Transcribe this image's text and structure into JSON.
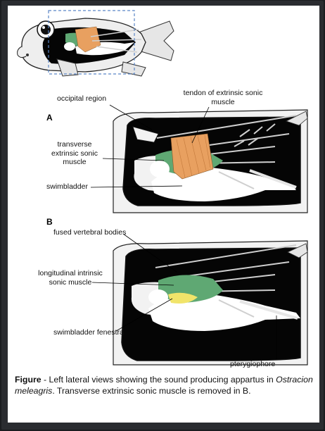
{
  "panels": {
    "a_letter": "A",
    "b_letter": "B"
  },
  "labels": {
    "occipital_region": "occipital region",
    "tendon_line1": "tendon of extrinsic sonic",
    "tendon_line2": "muscle",
    "transverse_line1": "transverse",
    "transverse_line2": "extrinsic sonic",
    "transverse_line3": "muscle",
    "swimbladder": "swimbladder",
    "fused_vertebral": "fused vertebral bodies",
    "longitudinal_line1": "longitudinal intrinsic",
    "longitudinal_line2": "sonic muscle",
    "swimbladder_fenestra": "swimbladder fenestra",
    "pterygiophore": "pterygiophore"
  },
  "caption": {
    "prefix": "Figure",
    "text_before_species": " -  Left lateral views showing the sound producing appartus in ",
    "species": "Ostracion meleagris",
    "text_after_species": ". Transverse extrinsic sonic muscle is removed in B."
  },
  "colors": {
    "transverse_muscle": "#e8a060",
    "longitudinal_muscle": "#5fa873",
    "fenestra": "#f1e46a",
    "box_outline": "#5b86c6",
    "body_dark": "#050505"
  }
}
